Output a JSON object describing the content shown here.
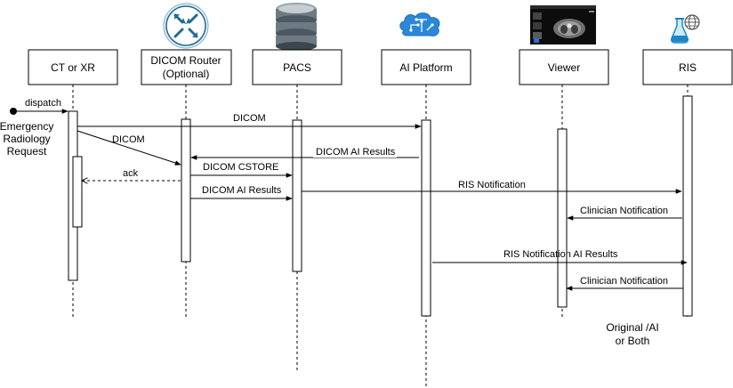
{
  "participants": {
    "ct": "CT or XR",
    "router_l1": "DICOM Router",
    "router_l2": "(Optional)",
    "pacs": "PACS",
    "ai": "AI Platform",
    "viewer": "Viewer",
    "ris": "RIS"
  },
  "icons": {
    "router": "router-icon",
    "pacs": "database-icon",
    "ai": "brain-circuit-icon",
    "viewer": "ct-viewer-screenshot-icon",
    "ris": "flask-globe-icon"
  },
  "initiator": {
    "l1": "Emergency",
    "l2": "Radiology",
    "l3": "Request"
  },
  "messages": {
    "dispatch": "dispatch",
    "dicom_to_ai": "DICOM",
    "dicom_to_router": "DICOM",
    "ai_results_to_router": "DICOM AI Results",
    "cstore": "DICOM CSTORE",
    "ack": "ack",
    "ai_results_to_pacs": "DICOM AI Results",
    "ris_notification": "RIS Notification",
    "clinician_1": "Clinician Notification",
    "ris_notification_ai": "RIS Notification AI Results",
    "clinician_2": "Clinician Notification"
  },
  "footnote": {
    "l1": "Original /AI",
    "l2": "or Both"
  },
  "colors": {
    "line": "#000000",
    "lifeline": "#000000",
    "box_fill": "#ffffff",
    "router_icon_bg": "#e9f2f6",
    "router_icon_arrow": "#1e6c93",
    "cloud_icon": "#2b88d8"
  }
}
